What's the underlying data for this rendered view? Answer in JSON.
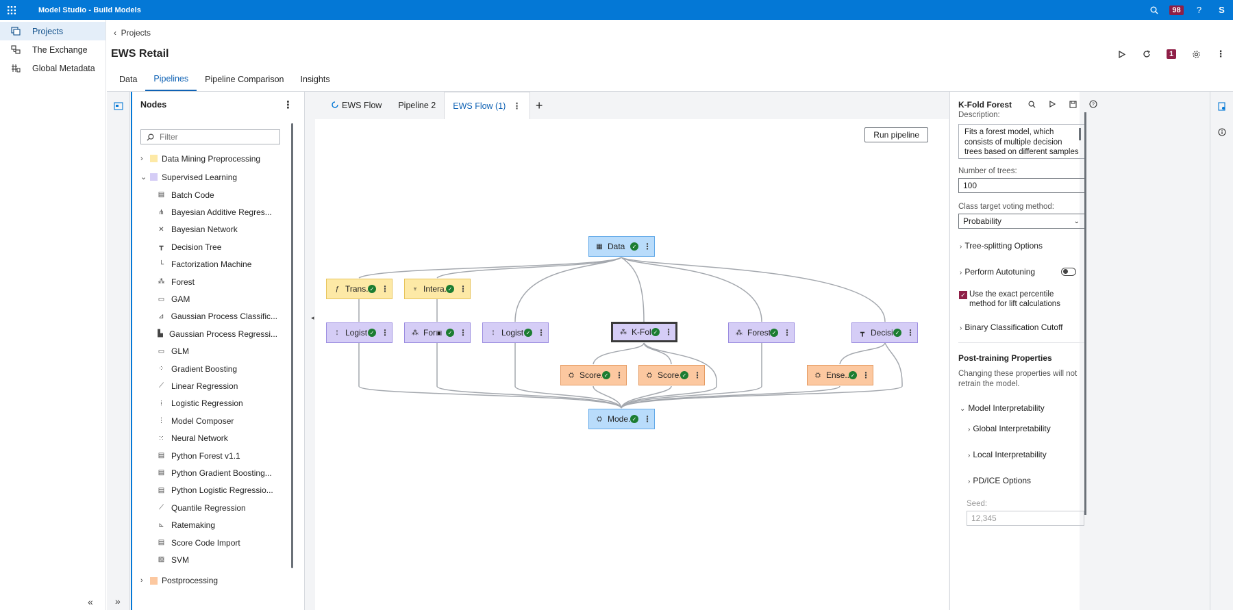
{
  "app": {
    "title": "Model Studio - Build Models",
    "badge": "98",
    "help": "?",
    "user_initial": "S"
  },
  "leftnav": {
    "items": [
      {
        "label": "Projects"
      },
      {
        "label": "The Exchange"
      },
      {
        "label": "Global Metadata"
      }
    ]
  },
  "header": {
    "breadcrumb": "Projects",
    "title": "EWS Retail",
    "project_badge": "1",
    "tabs": [
      {
        "label": "Data"
      },
      {
        "label": "Pipelines"
      },
      {
        "label": "Pipeline Comparison"
      },
      {
        "label": "Insights"
      }
    ]
  },
  "nodes_panel": {
    "title": "Nodes",
    "filter_placeholder": "Filter",
    "categories": [
      {
        "label": "Data Mining Preprocessing",
        "color": "#fde9a6"
      },
      {
        "label": "Supervised Learning",
        "color": "#d5cdf6"
      },
      {
        "label": "Postprocessing",
        "color": "#fcc8a0"
      }
    ],
    "items": [
      "Batch Code",
      "Bayesian Additive Regres...",
      "Bayesian Network",
      "Decision Tree",
      "Factorization Machine",
      "Forest",
      "GAM",
      "Gaussian Process Classific...",
      "Gaussian Process Regressi...",
      "GLM",
      "Gradient Boosting",
      "Linear Regression",
      "Logistic Regression",
      "Model Composer",
      "Neural Network",
      "Python Forest v1.1",
      "Python Gradient Boosting...",
      "Python Logistic Regressio...",
      "Quantile Regression",
      "Ratemaking",
      "Score Code Import",
      "SVM"
    ]
  },
  "canvas": {
    "tabs": [
      {
        "label": "EWS Flow"
      },
      {
        "label": "Pipeline 2"
      },
      {
        "label": "EWS Flow (1)"
      }
    ],
    "run_label": "Run pipeline",
    "nodes": {
      "data": "Data",
      "trans": "Trans...",
      "intera": "Intera...",
      "logist1": "Logist...",
      "for": "For...",
      "logist2": "Logist...",
      "kfold": "K-Fol...",
      "forest": "Forest...",
      "decisi": "Decisi...",
      "score1": "Score...",
      "score2": "Score...",
      "ense": "Ense...",
      "mode": "Mode..."
    }
  },
  "props": {
    "title": "K-Fold Forest",
    "description_label": "Description:",
    "description": "Fits a forest model, which consists of multiple decision trees based on different samples of the data",
    "trees_label": "Number of trees:",
    "trees_value": "100",
    "voting_label": "Class target voting method:",
    "voting_value": "Probability",
    "tree_splitting": "Tree-splitting Options",
    "autotuning": "Perform Autotuning",
    "percentile_label": "Use the exact percentile method for lift calculations",
    "binary_cutoff": "Binary Classification Cutoff",
    "post_training_title": "Post-training Properties",
    "post_training_note": "Changing these properties will not retrain the model.",
    "model_interp": "Model Interpretability",
    "global_interp": "Global Interpretability",
    "local_interp": "Local Interpretability",
    "pdice": "PD/ICE Options",
    "seed_label": "Seed:",
    "seed_value": "12,345"
  }
}
